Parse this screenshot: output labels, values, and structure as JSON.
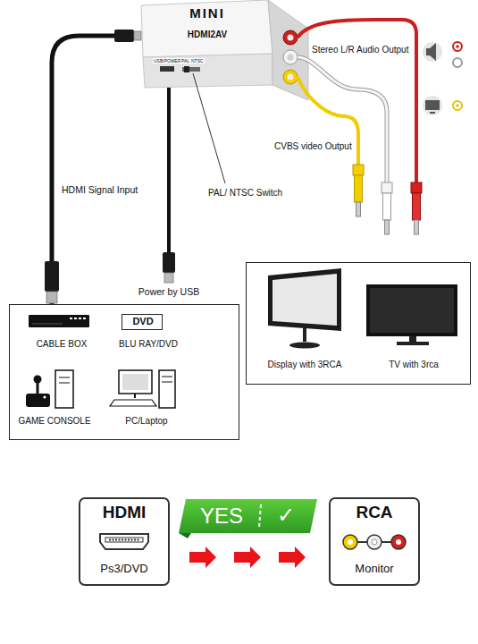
{
  "diagram": {
    "nodes": [
      {
        "text": [
          "MINI",
          "HDMI2AV"
        ]
      },
      {
        "text": [
          "CABLE BOX",
          "BLU RAY/DVD",
          "GAME CONSOLE",
          "PC/Laptop"
        ]
      },
      {
        "text": [
          "DVD"
        ],
        "in": 1
      },
      {
        "text": [
          "Display with 3RCA",
          "TV with 3rca"
        ]
      },
      {
        "text": [
          "HDMI",
          "Ps3/DVD"
        ]
      },
      {
        "text": [
          "YES",
          "✓"
        ]
      },
      {
        "text": [
          "RCA",
          "Monitor"
        ]
      }
    ],
    "edges": [
      {
        "from": 0,
        "to": 1,
        "arrow": "none"
      }
    ],
    "labels": [
      "USB/POWER",
      "PAL",
      "NTSC",
      "Stereo L/R Audio Output",
      "CVBS video Output",
      "HDMI Signal Input",
      "PAL/ NTSC Switch",
      "Power by USB"
    ]
  }
}
